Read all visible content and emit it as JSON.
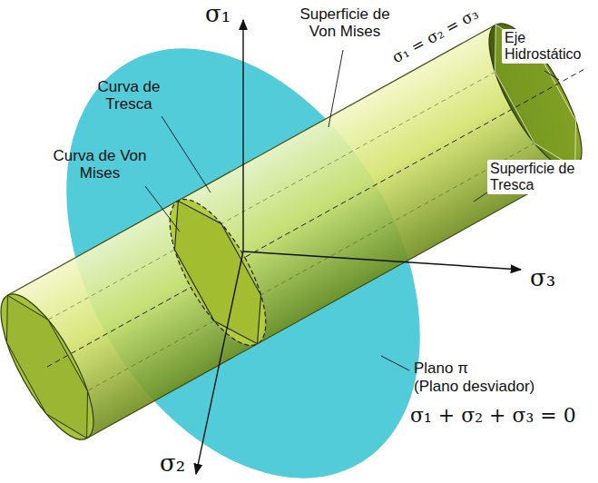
{
  "diagram": {
    "labels": [
      "σ₁",
      "Superficie de Von Mises",
      "σ₁ = σ₂ = σ₃",
      "Curva de Tresca",
      "Eje Hidrostático",
      "Curva de Von Mises",
      "Superficie de Tresca",
      "σ₃",
      "Plano π",
      "(Plano desviador)",
      "σ₁ + σ₂ + σ₃ = 0",
      "σ₂"
    ]
  }
}
